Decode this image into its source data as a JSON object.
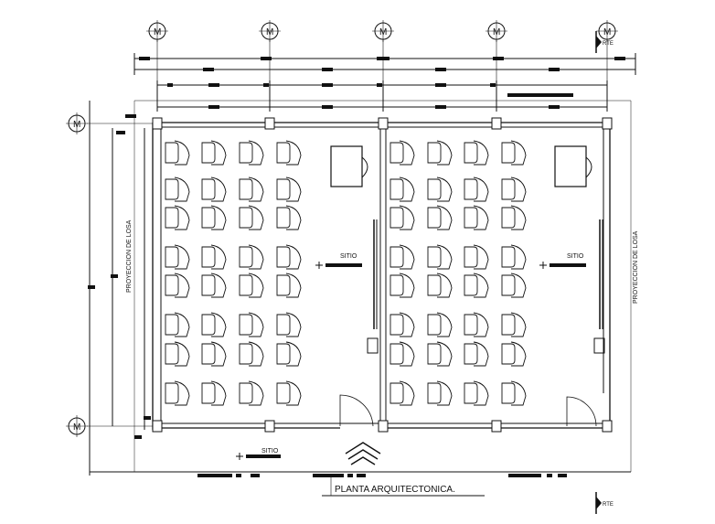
{
  "grid_bubbles": {
    "top": [
      "M",
      "M",
      "M",
      "M",
      "M"
    ],
    "left": [
      "M",
      "M"
    ]
  },
  "labels": {
    "left_room_site": "SITIO",
    "right_room_site": "SITIO",
    "entrance_site": "SITIO",
    "slab_projection_left": "PROYECCION DE LOSA",
    "slab_projection_right": "PROYECCION DE LOSA",
    "section_mark_top": "RTE",
    "section_mark_bottom": "RTE",
    "drawing_title": "PLANTA ARQUITECTONICA."
  },
  "rooms": {
    "left": {
      "chair_columns": 4,
      "chair_rows": 8
    },
    "right": {
      "chair_columns": 4,
      "chair_rows": 8
    }
  }
}
